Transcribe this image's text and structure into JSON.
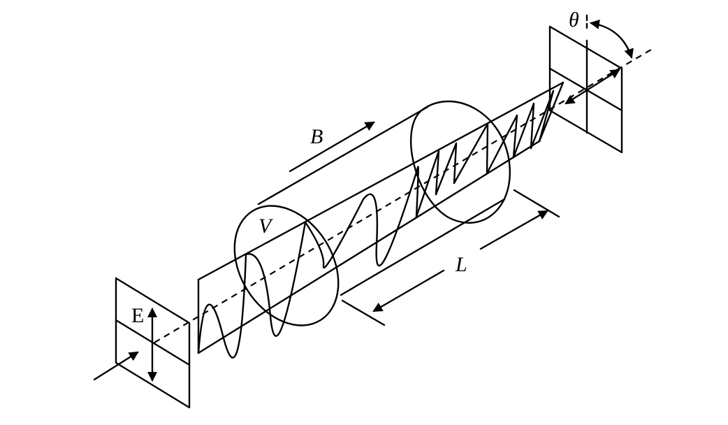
{
  "labels": {
    "e_field": "E",
    "magnetic_field": "B",
    "verdet": "V",
    "length": "L",
    "rotation_angle": "θ"
  },
  "colors": {
    "stroke": "#000000",
    "background": "#ffffff"
  }
}
